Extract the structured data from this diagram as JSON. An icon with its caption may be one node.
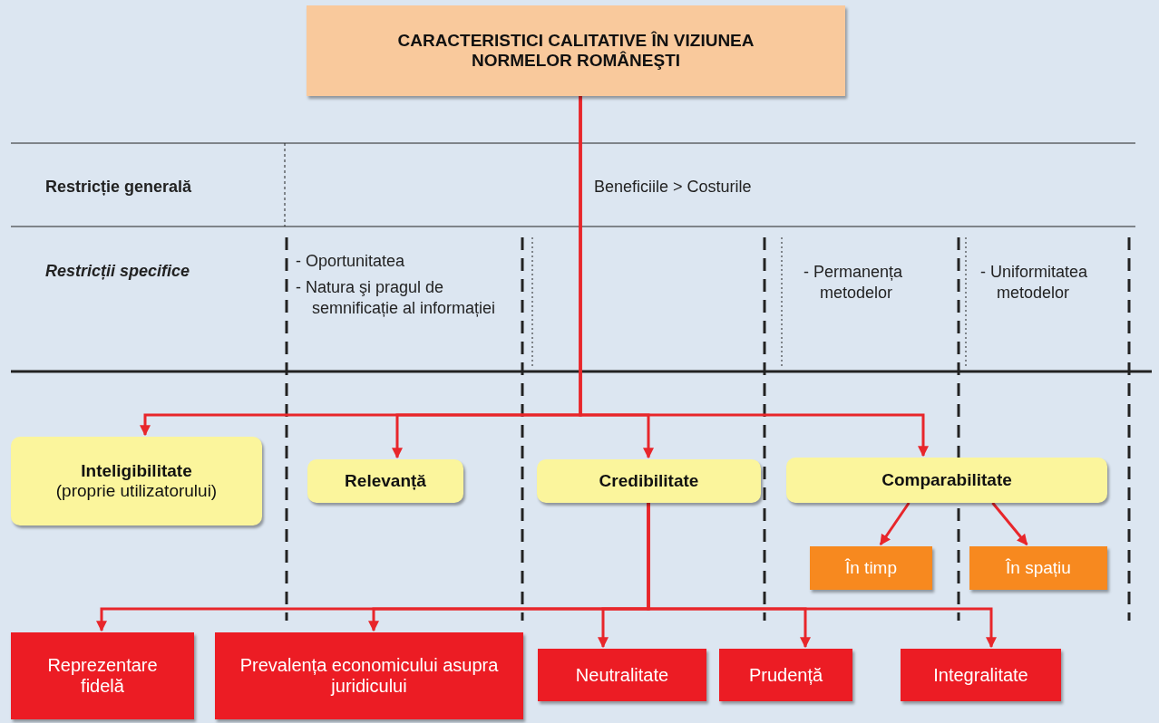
{
  "diagram": {
    "nodes": [
      {
        "text": [
          "CARACTERISTICI CALITATIVE ÎN VIZIUNEA NORMELOR ROMÂNEŞTI"
        ]
      },
      {
        "text": [
          "Inteligibilitate",
          "(proprie utilizatorului)"
        ]
      },
      {
        "text": [
          "Relevanță"
        ]
      },
      {
        "text": [
          "Credibilitate"
        ]
      },
      {
        "text": [
          "Comparabilitate"
        ]
      },
      {
        "text": [
          "În timp"
        ]
      },
      {
        "text": [
          "În spațiu"
        ]
      },
      {
        "text": [
          "Reprezentare fidelă"
        ]
      },
      {
        "text": [
          "Prevalența economicului asupra juridicului"
        ]
      },
      {
        "text": [
          "Neutralitate"
        ]
      },
      {
        "text": [
          "Prudență"
        ]
      },
      {
        "text": [
          "Integralitate"
        ]
      }
    ],
    "edges": [
      {
        "from": 0,
        "to": 1,
        "arrow": "to"
      },
      {
        "from": 0,
        "to": 2,
        "arrow": "to"
      },
      {
        "from": 0,
        "to": 3,
        "arrow": "to"
      },
      {
        "from": 0,
        "to": 4,
        "arrow": "to"
      },
      {
        "from": 4,
        "to": 5,
        "arrow": "to"
      },
      {
        "from": 4,
        "to": 6,
        "arrow": "to"
      },
      {
        "from": 3,
        "to": 7,
        "arrow": "to"
      },
      {
        "from": 3,
        "to": 8,
        "arrow": "to"
      },
      {
        "from": 3,
        "to": 9,
        "arrow": "to"
      },
      {
        "from": 3,
        "to": 10,
        "arrow": "to"
      },
      {
        "from": 3,
        "to": 11,
        "arrow": "to"
      }
    ],
    "labels": [
      "Restricție generală",
      "Beneficiile > Costurile",
      "Restricții specifice",
      "- Oportunitatea",
      "- Natura şi pragul de semnificație al informației",
      "- Permanența metodelor",
      "- Uniformitatea metodelor"
    ]
  }
}
